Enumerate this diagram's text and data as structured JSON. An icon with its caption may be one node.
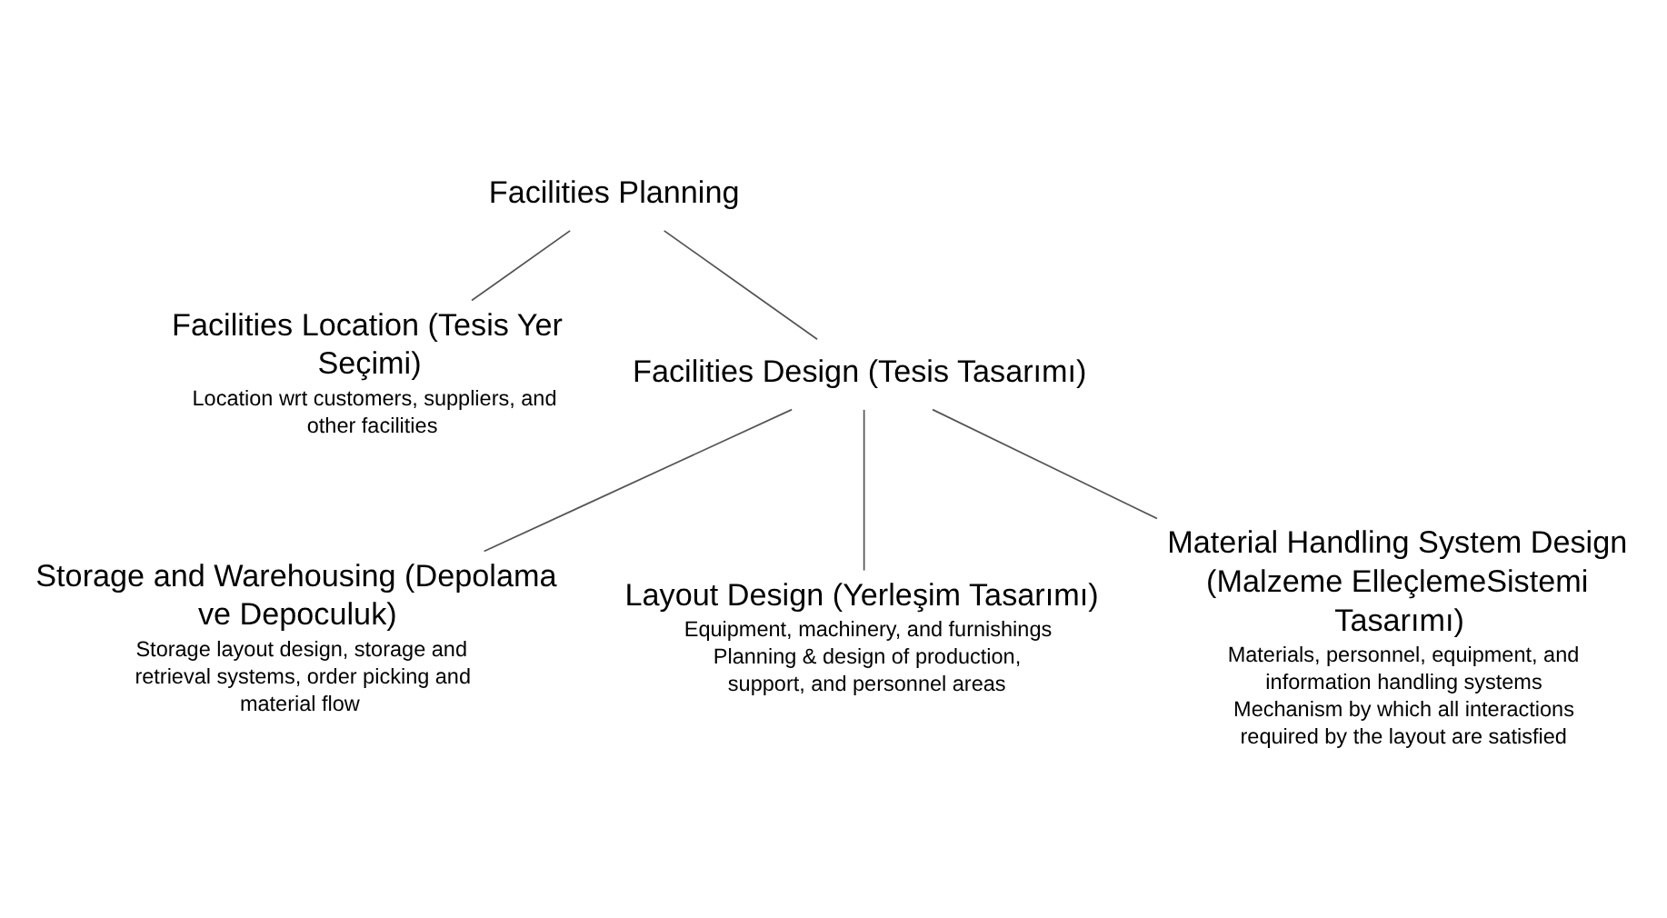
{
  "diagram": {
    "nodes": [
      {
        "text": [
          "Facilities Planning"
        ]
      },
      {
        "text": [
          "Facilities Location (Tesis Yer Seçimi)",
          "Location wrt customers, suppliers, and other facilities"
        ]
      },
      {
        "text": [
          "Facilities Design (Tesis Tasarımı)"
        ]
      },
      {
        "text": [
          "Storage and Warehousing (Depolama ve Depoculuk)",
          "Storage layout design, storage and retrieval systems, order picking and material flow"
        ]
      },
      {
        "text": [
          "Layout Design (Yerleşim Tasarımı)",
          "Equipment, machinery, and furnishings",
          "Planning & design of production, support, and personnel areas"
        ]
      },
      {
        "text": [
          "Material Handling System Design (Malzeme ElleçlemeSistemi Tasarımı)",
          "Materials, personnel, equipment, and information handling systems",
          "Mechanism by which all interactions required by the layout are satisfied"
        ]
      }
    ],
    "edges": [
      {
        "from": 0,
        "to": 1,
        "arrow": "none"
      },
      {
        "from": 0,
        "to": 2,
        "arrow": "none"
      },
      {
        "from": 2,
        "to": 3,
        "arrow": "none"
      },
      {
        "from": 2,
        "to": 4,
        "arrow": "none"
      },
      {
        "from": 2,
        "to": 5,
        "arrow": "none"
      }
    ]
  }
}
